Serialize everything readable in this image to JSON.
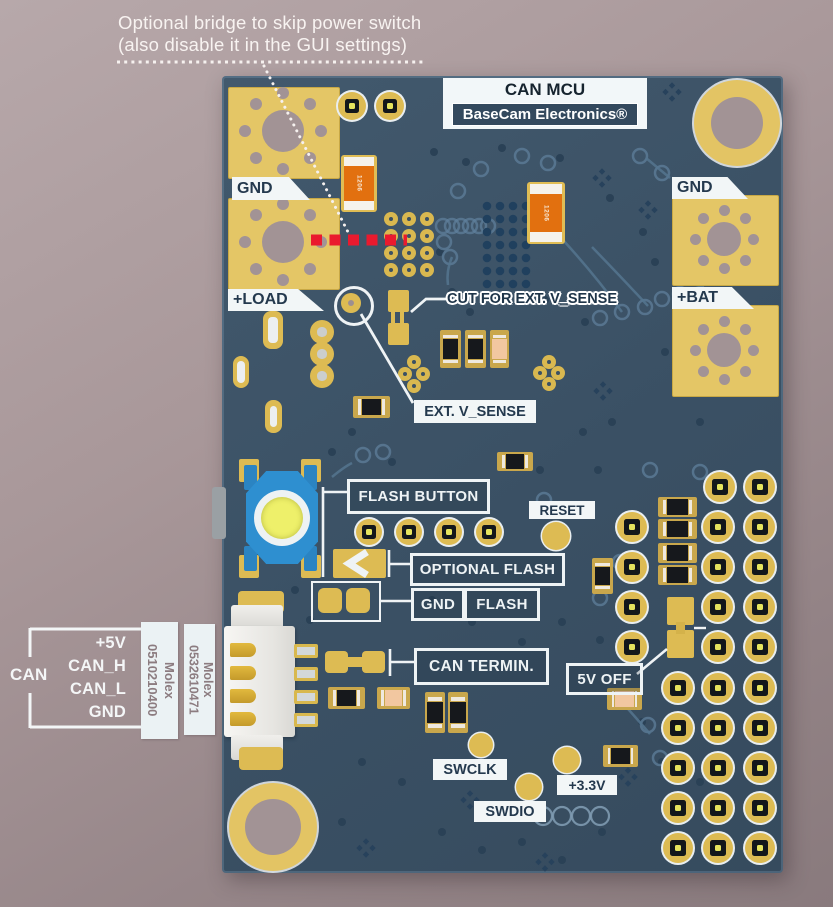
{
  "annotation": {
    "line1": "Optional bridge to skip power switch",
    "line2": "(also disable it in the GUI settings)"
  },
  "board": {
    "title": "CAN MCU",
    "brand": "BaseCam Electronics®"
  },
  "labels": {
    "gnd_top_left": "GND",
    "load": "+LOAD",
    "gnd_right": "GND",
    "bat": "+BAT",
    "cut_vsense": "CUT FOR EXT. V_SENSE",
    "ext_vsense": "EXT. V_SENSE",
    "flash_button": "FLASH BUTTON",
    "reset": "RESET",
    "optional_flash": "OPTIONAL FLASH",
    "gnd_jumper": "GND",
    "flash_jumper": "FLASH",
    "can_termin": "CAN TERMIN.",
    "five_v_off": "5V OFF",
    "swclk": "SWCLK",
    "swdio": "SWDIO",
    "v33": "+3.3V"
  },
  "can_connector": {
    "label": "CAN",
    "pins": [
      "+5V",
      "CAN_H",
      "CAN_L",
      "GND"
    ],
    "molex_housing": {
      "brand": "Molex",
      "part": "0510210400"
    },
    "molex_header": {
      "brand": "Molex",
      "part": "0532610471"
    }
  },
  "components": {
    "resistor_code": "1206"
  },
  "colors": {
    "background_mauve": "#A49396",
    "board_navy": "#3C5265",
    "pad_gold": "#DDBB53",
    "bridge_red": "#EA1A2E",
    "button_blue": "#2E8FD0",
    "button_cap_yellow": "#EEF06A",
    "silk_white": "#F2F6F7"
  }
}
